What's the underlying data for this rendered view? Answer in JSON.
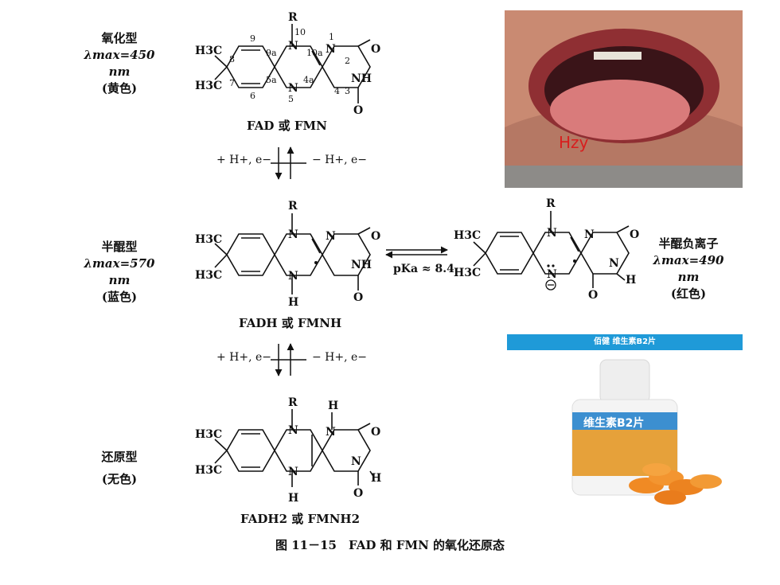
{
  "oxidized": {
    "label": "氧化型",
    "lambda": "λmax=450 nm",
    "color": "(黄色)",
    "compound": "FAD 或 FMN"
  },
  "semiquinone": {
    "label": "半醌型",
    "lambda": "λmax=570 nm",
    "color": "(蓝色)",
    "compound": "FADH 或 FMNH"
  },
  "anion": {
    "label": "半醌负离子",
    "lambda": "λmax=490 nm",
    "color": "(红色)"
  },
  "reduced": {
    "label": "还原型",
    "color": "(无色)",
    "compound": "FADH2 或 FMNH2"
  },
  "arrows": {
    "forward": "+ H+, e−",
    "reverse": "− H+, e−",
    "pka": "pKa ≈ 8.4"
  },
  "atoms": {
    "R": "R",
    "H3C": "H3C",
    "N": "N",
    "O": "O",
    "NH": "NH",
    "H": "H"
  },
  "numbering": [
    "1",
    "2",
    "3",
    "4",
    "4a",
    "5",
    "5a",
    "6",
    "7",
    "8",
    "9",
    "9a",
    "10",
    "10a"
  ],
  "photo_tongue": {
    "watermark": "Hzy"
  },
  "photo_pill": {
    "banner": "佰健 维生素B2片",
    "bottle_label": "维生素B2片"
  },
  "caption": "图 11－15　FAD 和 FMN 的氧化还原态"
}
